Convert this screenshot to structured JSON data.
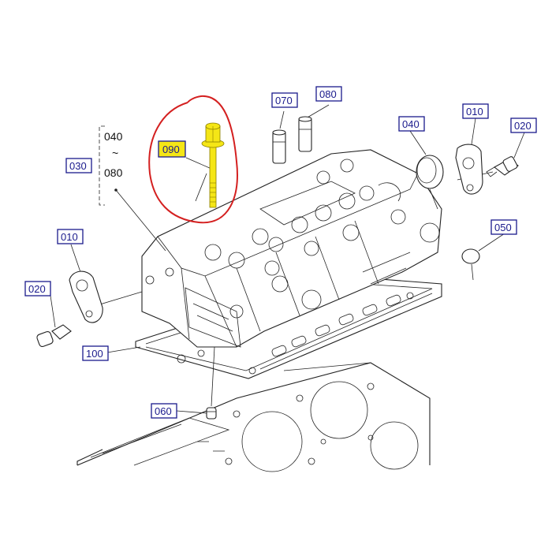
{
  "diagram": {
    "callouts": [
      {
        "id": "070",
        "label": "070"
      },
      {
        "id": "080",
        "label": "080"
      },
      {
        "id": "040",
        "label": "040"
      },
      {
        "id": "010a",
        "label": "010"
      },
      {
        "id": "020a",
        "label": "020"
      },
      {
        "id": "090",
        "label": "090"
      },
      {
        "id": "030",
        "label": "030"
      },
      {
        "id": "050",
        "label": "050"
      },
      {
        "id": "010b",
        "label": "010"
      },
      {
        "id": "020b",
        "label": "020"
      },
      {
        "id": "100",
        "label": "100"
      },
      {
        "id": "060",
        "label": "060"
      }
    ],
    "range": {
      "top": "040",
      "tilde": "~",
      "bottom": "080"
    },
    "highlight": {
      "part": "090",
      "fill": "#f5e616",
      "circle_color": "#d42020"
    }
  }
}
